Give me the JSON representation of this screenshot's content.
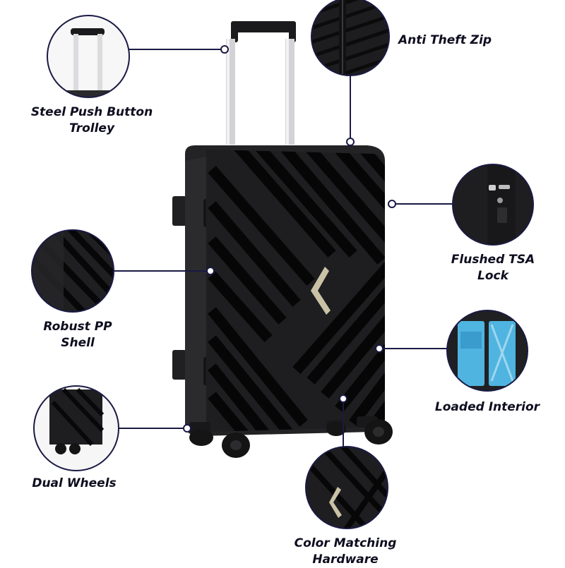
{
  "features": {
    "trolley": {
      "line1": "Steel Push Button",
      "line2": "Trolley"
    },
    "zip": {
      "line1": "Anti Theft Zip"
    },
    "tsa": {
      "line1": "Flushed TSA",
      "line2": "Lock"
    },
    "shell": {
      "line1": "Robust PP",
      "line2": "Shell"
    },
    "interior": {
      "line1": "Loaded Interior"
    },
    "wheels": {
      "line1": "Dual Wheels"
    },
    "hardware": {
      "line1": "Color Matching",
      "line2": "Hardware"
    }
  },
  "colors": {
    "shell": "#1c1c1e",
    "rib": "#050506",
    "connector_line": "#1a1a44",
    "interior_lining": "#4fb4e0",
    "accent_hardware": "#c9c2a6",
    "label_text": "#0d0d1f"
  }
}
